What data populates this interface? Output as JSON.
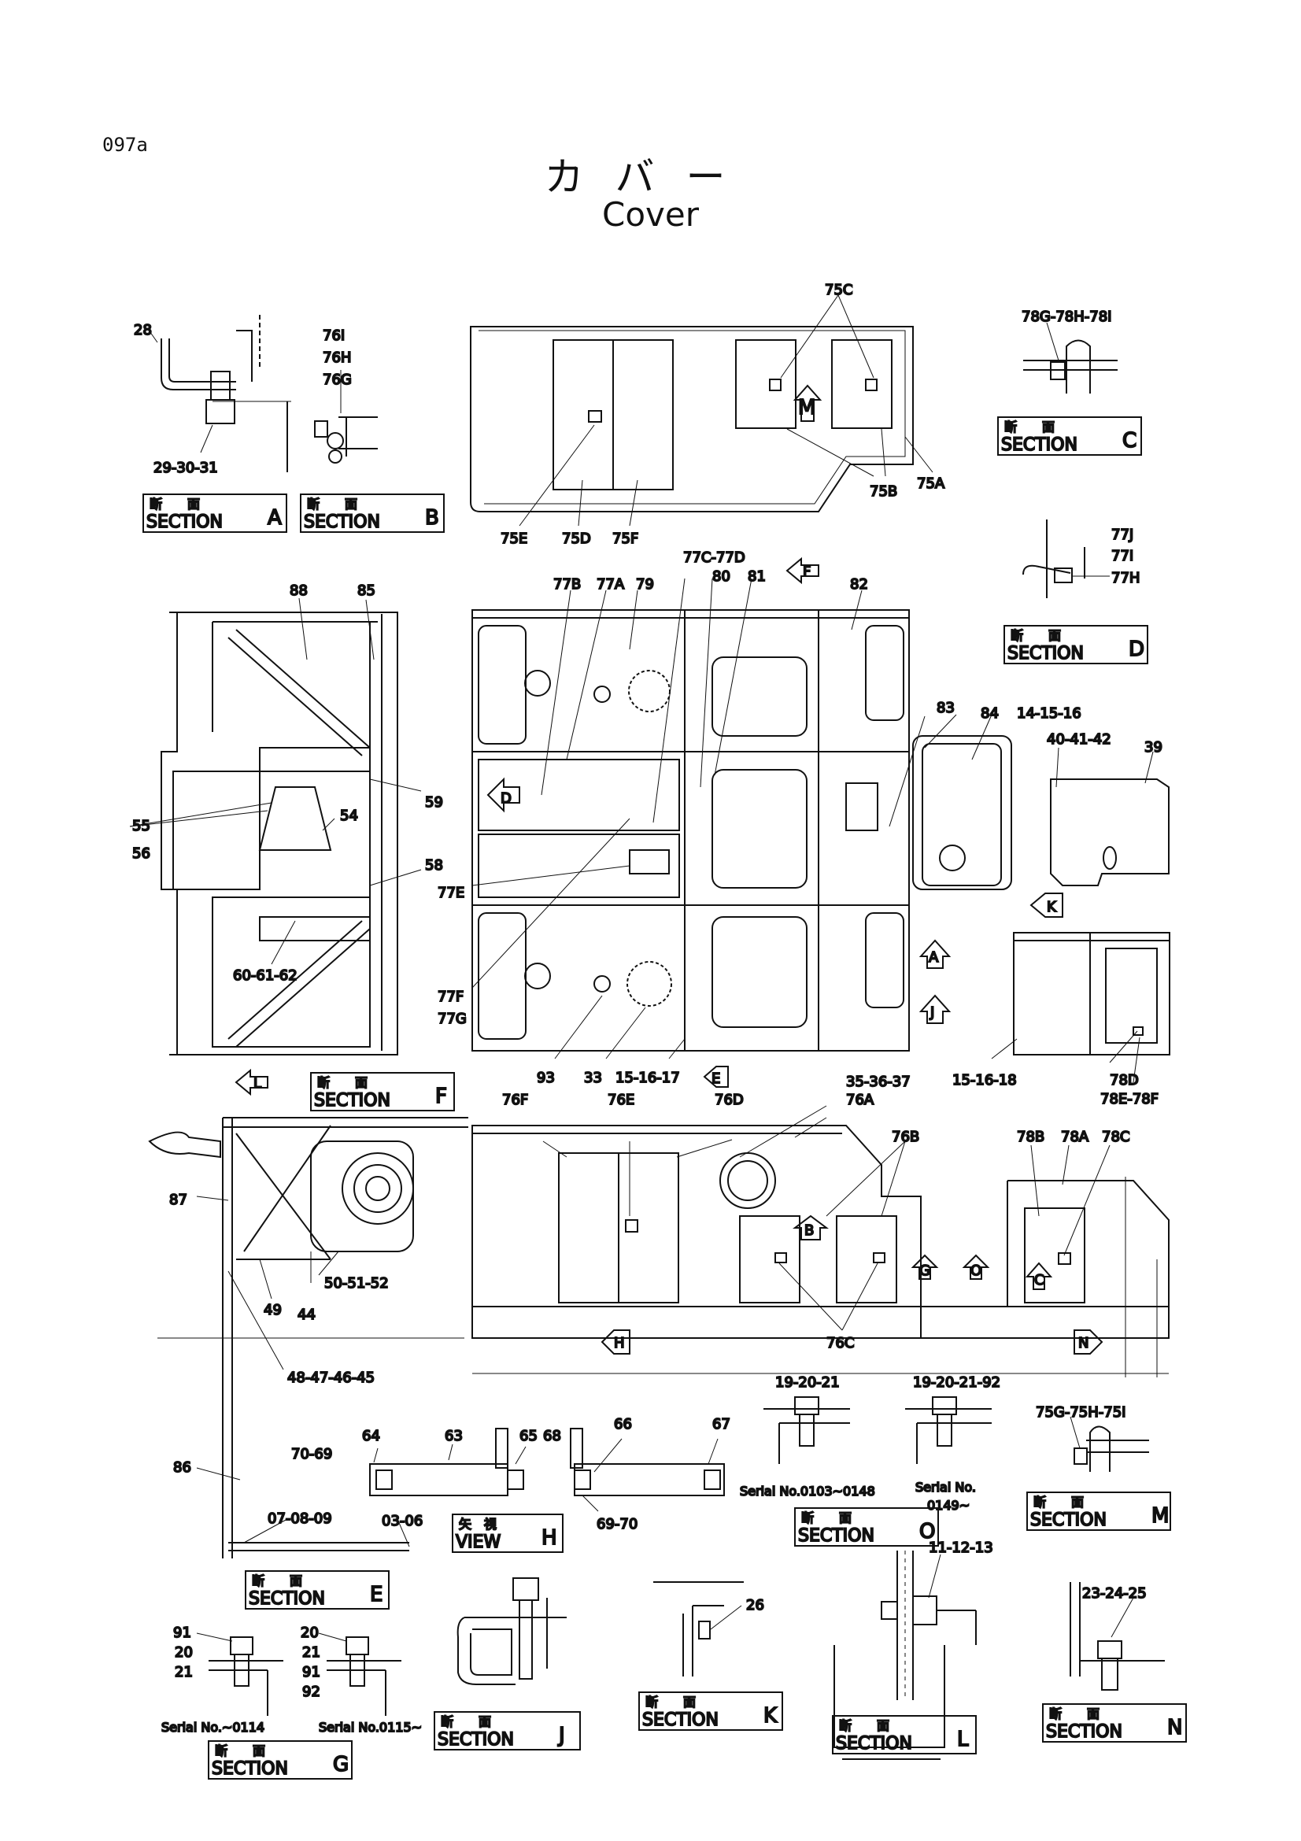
{
  "page": {
    "id": "097a",
    "title_jp": "カバー",
    "title_en": "Cover"
  },
  "section_words": {
    "jp": "断　　面",
    "en": "SECTION",
    "view_jp": "矢　視",
    "view_en": "VIEW"
  },
  "sections": {
    "A": "A",
    "B": "B",
    "C": "C",
    "D": "D",
    "E": "E",
    "F": "F",
    "G": "G",
    "H": "H",
    "J": "J",
    "K": "K",
    "L": "L",
    "M": "M",
    "N": "N",
    "O": "O"
  },
  "arrows": {
    "M": "M",
    "F": "F",
    "D": "D",
    "L": "L",
    "K": "K",
    "A": "A",
    "J": "J",
    "E": "E",
    "B": "B",
    "G": "G",
    "O": "O",
    "C": "C",
    "H": "H",
    "N": "N"
  },
  "parts": {
    "p28": "28",
    "p29_30_31": "29-30-31",
    "p76i": "76I",
    "p76h": "76H",
    "p76g": "76G",
    "p75c": "75C",
    "p75b": "75B",
    "p75a": "75A",
    "p75e": "75E",
    "p75d": "75D",
    "p75f": "75F",
    "p78g": "78G-78H-78I",
    "p77j": "77J",
    "p77i": "77I",
    "p77h": "77H",
    "p88": "88",
    "p85": "85",
    "p59": "59",
    "p54": "54",
    "p55": "55",
    "p56": "56",
    "p58": "58",
    "p60": "60-61-62",
    "p77b": "77B",
    "p77a": "77A",
    "p79": "79",
    "p77c": "77C-77D",
    "p80": "80",
    "p81": "81",
    "p82": "82",
    "p83": "83",
    "p84": "84",
    "p14": "14-15-16",
    "p40": "40-41-42",
    "p39": "39",
    "p77e": "77E",
    "p77f": "77F",
    "p77g": "77G",
    "p93": "93",
    "p33": "33",
    "p15_16_17": "15-16-17",
    "p15_16_18": "15-16-18",
    "p78d": "78D",
    "p78e": "78E-78F",
    "p76f": "76F",
    "p76e": "76E",
    "p76d": "76D",
    "p35": "35-36-37",
    "p76a": "76A",
    "p76b": "76B",
    "p78b": "78B",
    "p78a": "78A",
    "p78c": "78C",
    "p76c": "76C",
    "p87": "87",
    "p49": "49",
    "p44": "44",
    "p50": "50-51-52",
    "p48": "48-47-46-45",
    "p86": "86",
    "p70_69": "70-69",
    "p64": "64",
    "p63": "63",
    "p65": "65",
    "p68": "68",
    "p66": "66",
    "p67": "67",
    "p69_70": "69-70",
    "p07": "07-08-09",
    "p03": "03-06",
    "p19a": "19-20-21",
    "p19b": "19-20-21-92",
    "p75g": "75G-75H-75I",
    "p11": "11-12-13",
    "p26": "26",
    "p23": "23-24-25",
    "p91": "91",
    "p20": "20",
    "p21": "21",
    "g20": "20",
    "g21": "21",
    "g91": "91",
    "g92": "92"
  },
  "serials": {
    "o_left": "Serial No.0103~0148",
    "o_right1": "Serial No.",
    "o_right2": "0149~",
    "g_left": "Serial No.~0114",
    "g_right": "Serial No.0115~"
  }
}
